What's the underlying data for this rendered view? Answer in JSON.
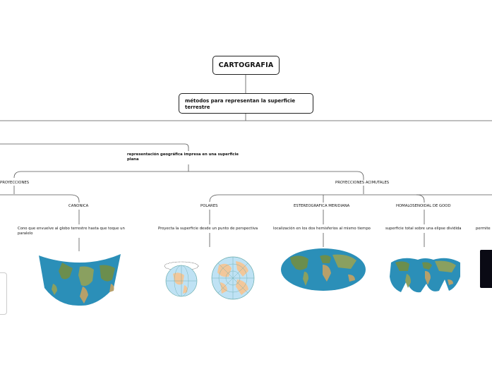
{
  "root": {
    "label": "CARTOGRAFIA"
  },
  "methods": {
    "label": "métodos para representan la superficie terrestre"
  },
  "definition": {
    "label": "representación geográfica impresa en una superficie plana"
  },
  "left_branch": {
    "label": "PROYECCIONES"
  },
  "right_branch": {
    "label": "PROYECCIONES ACIMUTALES"
  },
  "children": [
    {
      "title": "CANONICA",
      "desc": "Cono que envuelve al globo terrestre hasta que toque un paralelo"
    },
    {
      "title": "POLARES",
      "desc": "Proyecta la superficie desde un punto de perspectiva"
    },
    {
      "title": "ESTEREOGRAFICA MERIDIANA",
      "desc": "localización en los dos hemisferios al mismo tiempo"
    },
    {
      "title": "HOMALOSENOIDAL DE GOOD",
      "desc": "superficie total sobre una elipse dividida"
    },
    {
      "title": "",
      "desc": "permite"
    }
  ],
  "colors": {
    "ocean": "#2b8fb8",
    "land": "#6b8e4e",
    "land_light": "#b7a06a",
    "polar_fill": "#f2c79a",
    "line": "#555555"
  },
  "icons": [
    "conic-map-image",
    "polar-globe-image",
    "polar-map-image",
    "world-map-image",
    "goode-map-image"
  ]
}
